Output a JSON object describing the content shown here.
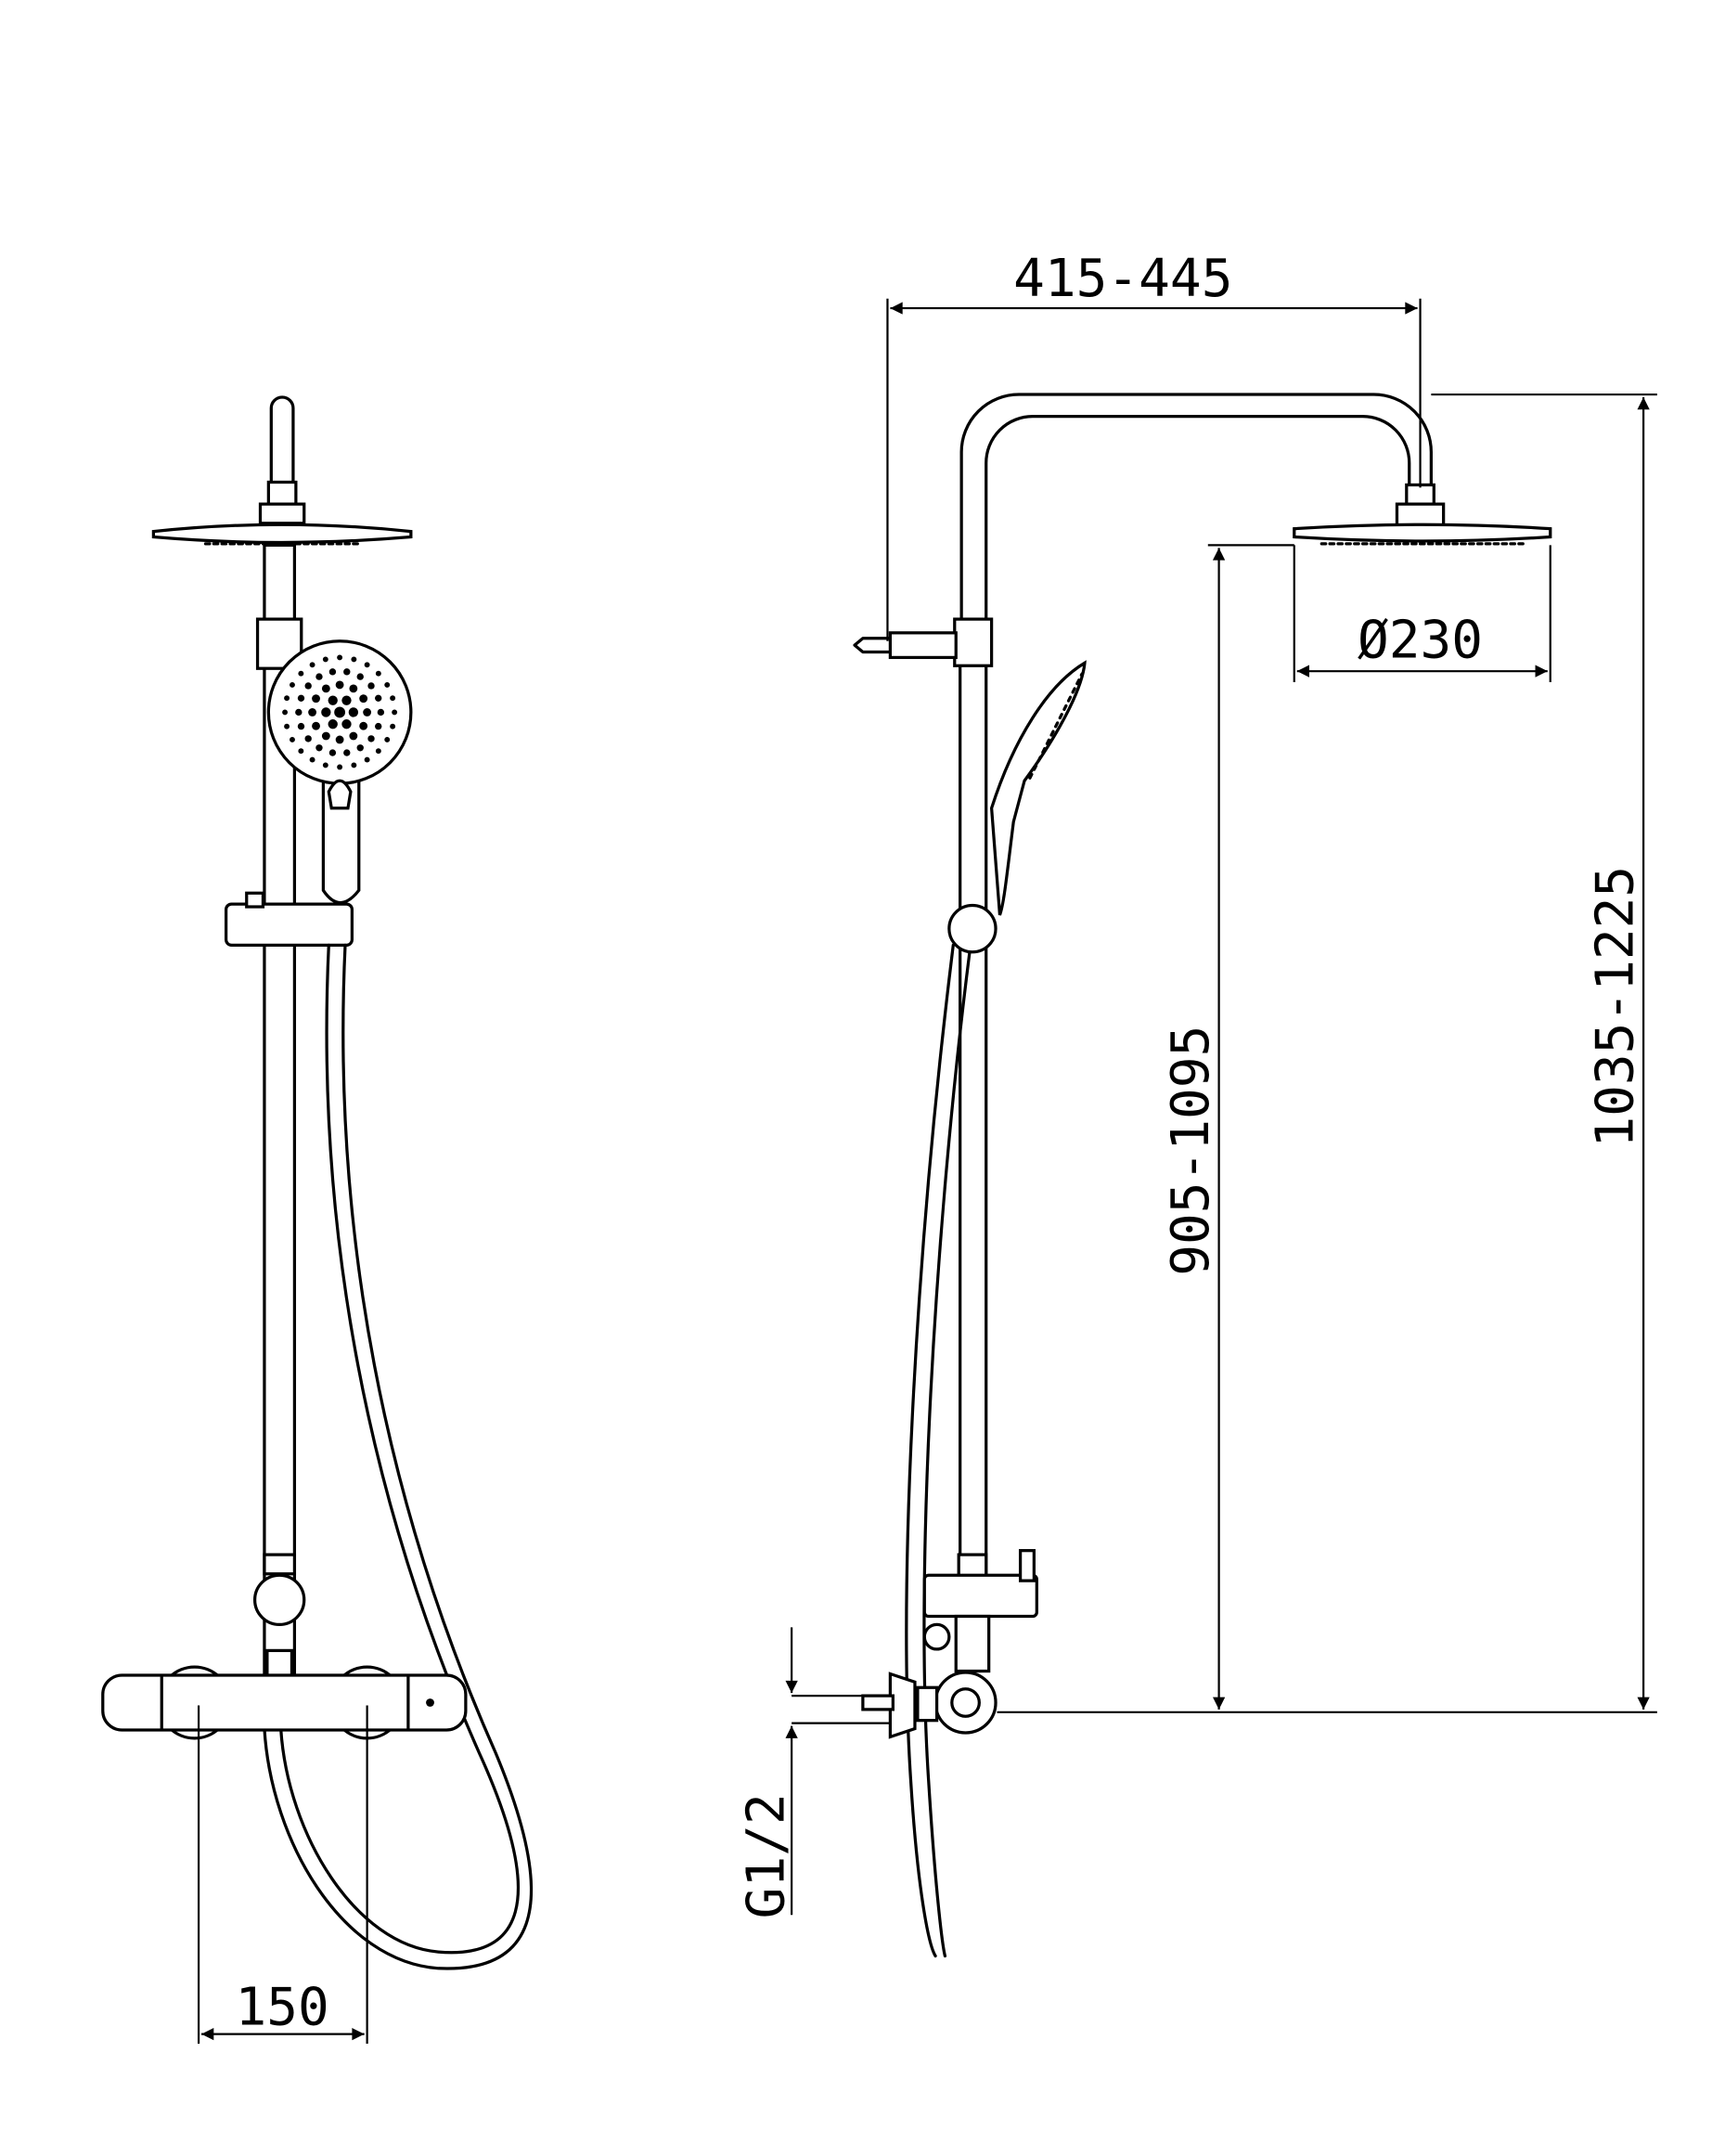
{
  "drawing": {
    "dimensions": {
      "arm_reach": "415-445",
      "head_diameter": "Ø230",
      "total_height": "1035-1225",
      "head_height": "905-1095",
      "inlet_spacing": "150",
      "thread": "G1/2"
    }
  }
}
